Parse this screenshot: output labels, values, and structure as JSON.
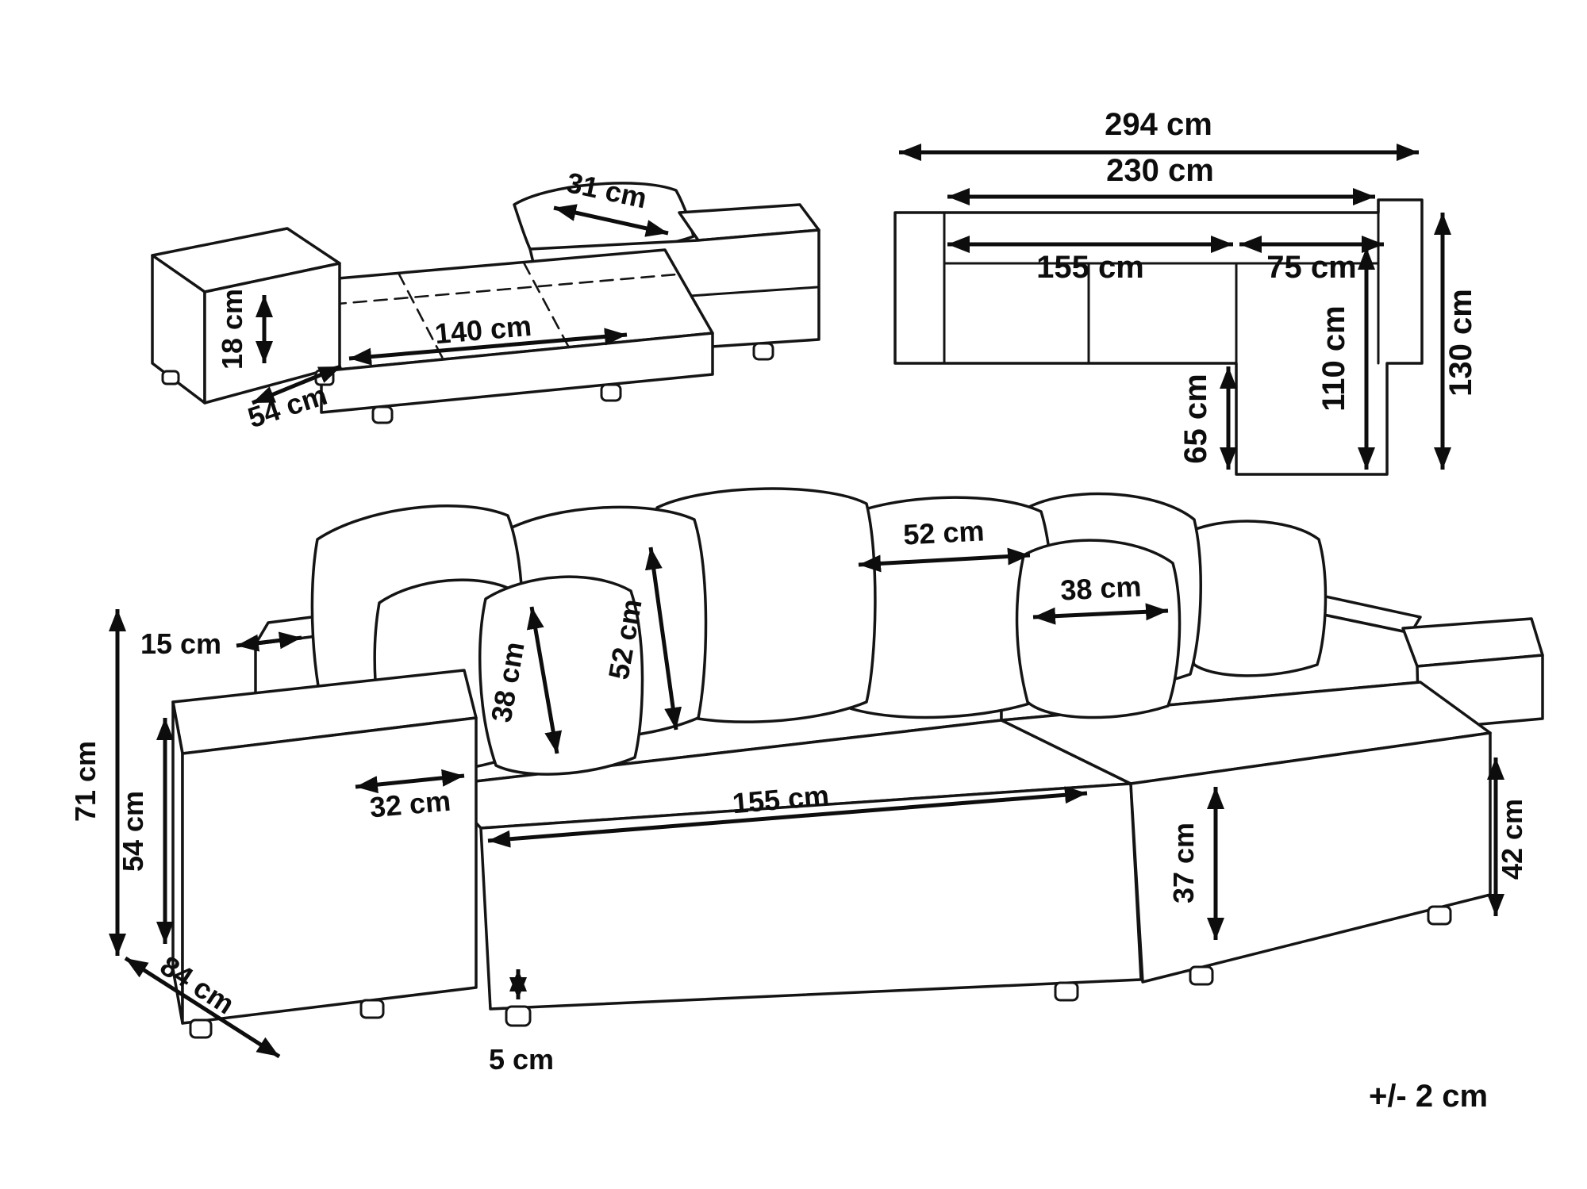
{
  "diagram": {
    "units": "cm",
    "tolerance_note": "+/- 2 cm",
    "bed_view": {
      "back_cushion_depth": "31 cm",
      "mattress_thickness": "18 cm",
      "pullout_depth": "54 cm",
      "sleeping_length": "140 cm"
    },
    "plan_view": {
      "overall_width": "294 cm",
      "inner_width": "230 cm",
      "seat_width": "155 cm",
      "chaise_width": "75 cm",
      "chaise_protrusion": "65 cm",
      "chaise_depth": "110 cm",
      "overall_depth": "130 cm"
    },
    "perspective_view": {
      "backrest_thickness": "15 cm",
      "back_height": "71 cm",
      "armrest_height": "54 cm",
      "armrest_width": "32 cm",
      "seat_width": "155 cm",
      "small_cushion_left": "38 cm",
      "large_cushion_left": "52 cm",
      "large_cushion_right": "52 cm",
      "small_cushion_right": "38 cm",
      "seat_height": "37 cm",
      "chaise_seat_height": "42 cm",
      "overall_depth": "84 cm",
      "leg_height": "5 cm"
    }
  }
}
